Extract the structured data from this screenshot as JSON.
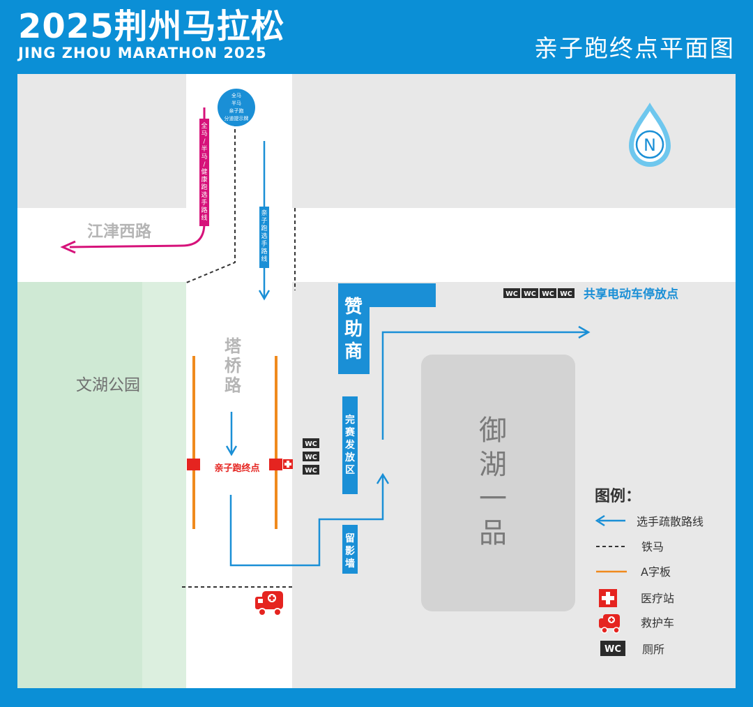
{
  "header": {
    "title": "2025荆州马拉松",
    "subtitle": "JING ZHOU MARATHON 2025",
    "map_title": "亲子跑终点平面图"
  },
  "map": {
    "roads": {
      "jiangjin_west": "江津西路",
      "taqiao_lines": [
        "塔",
        "桥",
        "路"
      ]
    },
    "park": "文湖公园",
    "yuhu_lines": [
      "御",
      "湖",
      "一",
      "品"
    ],
    "sponsor_lines": [
      "赞",
      "助",
      "商"
    ],
    "finish_dist_lines": [
      "完",
      "赛",
      "发",
      "放",
      "区"
    ],
    "photo_wall_lines": [
      "留",
      "影",
      "墙"
    ],
    "finish_point": "亲子跑终点",
    "ebike_parking": "共享电动车停放点",
    "route_full_half_lines": [
      "全",
      "马",
      "/",
      "半",
      "马",
      "/",
      "健",
      "康",
      "跑",
      "选",
      "手",
      "路",
      "线"
    ],
    "route_family_lines": [
      "亲",
      "子",
      "跑",
      "选",
      "手",
      "路",
      "线"
    ],
    "split_sign_lines": [
      "全马",
      "半马",
      "亲子跑",
      "分道提示牌"
    ],
    "wc_label": "WC",
    "north_letter": "N"
  },
  "legend": {
    "title": "图例：",
    "items": {
      "dispersal": "选手疏散路线",
      "barrier": "铁马",
      "a_board": "A字板",
      "medical": "医疗站",
      "ambulance": "救护车",
      "toilet": "厕所"
    }
  },
  "colors": {
    "frame_blue": "#0b8fd6",
    "route_blue": "#1a8fd6",
    "magenta": "#d6127a",
    "orange": "#f08a1d",
    "red": "#e52420",
    "park_green": "#cfe9d4",
    "building_gray": "#d3d3d3"
  }
}
